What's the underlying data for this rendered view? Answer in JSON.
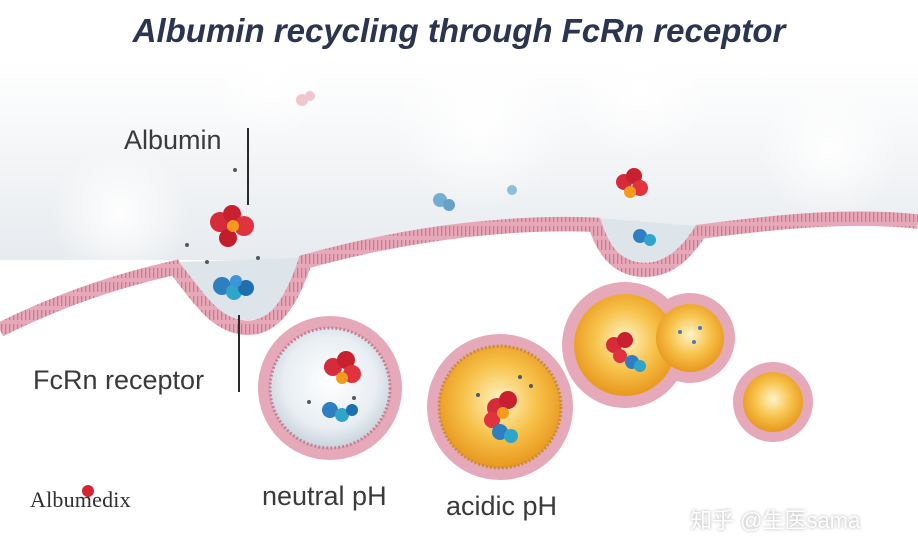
{
  "title": "Albumin recycling through FcRn receptor",
  "labels": {
    "albumin": "Albumin",
    "fcrn": "FcRn receptor",
    "neutral": "neutral pH",
    "acidic": "acidic pH"
  },
  "logo": "Albumedix",
  "watermark": "知乎 @生医sama",
  "colors": {
    "title": "#2b3550",
    "membrane": "#e3a3b4",
    "albumin": "#d62b3a",
    "fcrn": "#2d7fc1",
    "acidic_lumen": "#f2b43a",
    "neutral_lumen": "#dfe7ee"
  }
}
